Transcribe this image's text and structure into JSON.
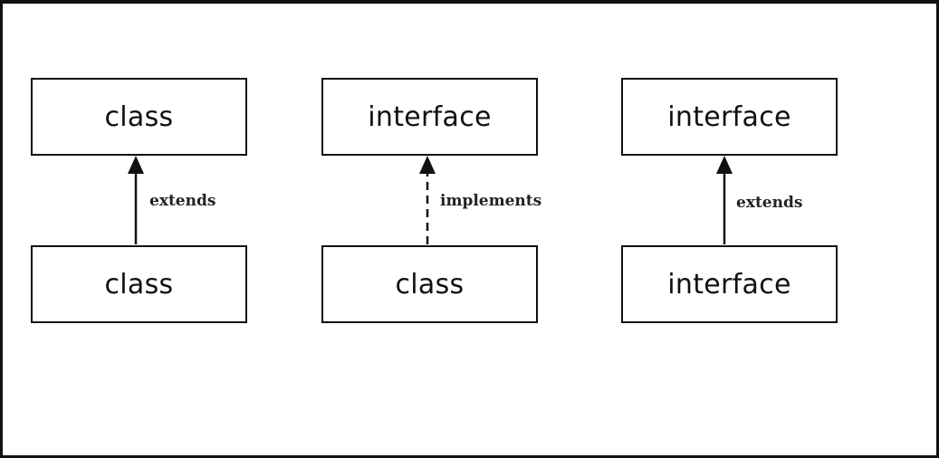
{
  "columns": [
    {
      "top_label": "class",
      "bottom_label": "class",
      "relation": "extends",
      "line_style": "solid"
    },
    {
      "top_label": "interface",
      "bottom_label": "class",
      "relation": "implements",
      "line_style": "dashed"
    },
    {
      "top_label": "interface",
      "bottom_label": "interface",
      "relation": "extends",
      "line_style": "solid"
    }
  ],
  "colors": {
    "stroke": "#111111",
    "background": "#ffffff"
  }
}
